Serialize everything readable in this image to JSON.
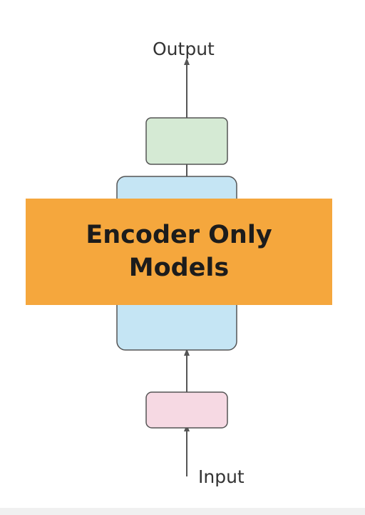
{
  "labels": {
    "output": "Output",
    "input": "Input"
  },
  "banner": {
    "line1": "Encoder Only",
    "line2": "Models"
  },
  "colors": {
    "banner": "#f5a73d",
    "output_box": "#d5ead4",
    "encoder_box": "#c5e5f4",
    "input_box": "#f6d9e3",
    "stroke": "#555555"
  }
}
